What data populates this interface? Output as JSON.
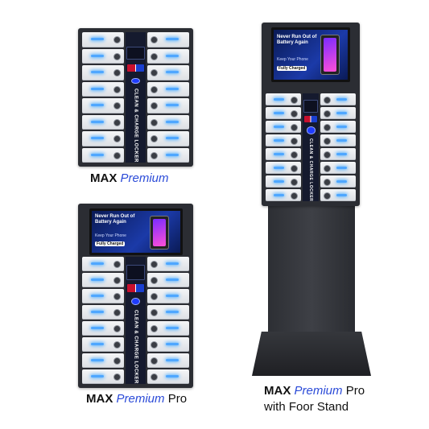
{
  "products": [
    {
      "id": "max-premium",
      "caption": {
        "brand": "MAX",
        "accent": "Premium",
        "suffix": "",
        "line2": ""
      },
      "has_screen": false,
      "has_stand": false
    },
    {
      "id": "max-premium-pro",
      "caption": {
        "brand": "MAX",
        "accent": "Premium",
        "suffix": "Pro",
        "line2": ""
      },
      "has_screen": true,
      "has_stand": false
    },
    {
      "id": "max-premium-pro-stand",
      "caption": {
        "brand": "MAX",
        "accent": "Premium",
        "suffix": "Pro",
        "line2": "with Foor Stand"
      },
      "has_screen": true,
      "has_stand": true
    }
  ],
  "locker_label": "CLEAN & CHARGE LOCKER",
  "screen": {
    "headline": "Never Run Out of Battery Again",
    "subline": "Keep Your Phone",
    "button": "Fully Charged"
  },
  "colors": {
    "cabinet": "#2b2d33",
    "door": "#e8eaee",
    "led": "#4fa7ff",
    "spine": "#151a2e",
    "accent_text": "#2b4bd8",
    "screen_bg": "#1b3aa8"
  }
}
